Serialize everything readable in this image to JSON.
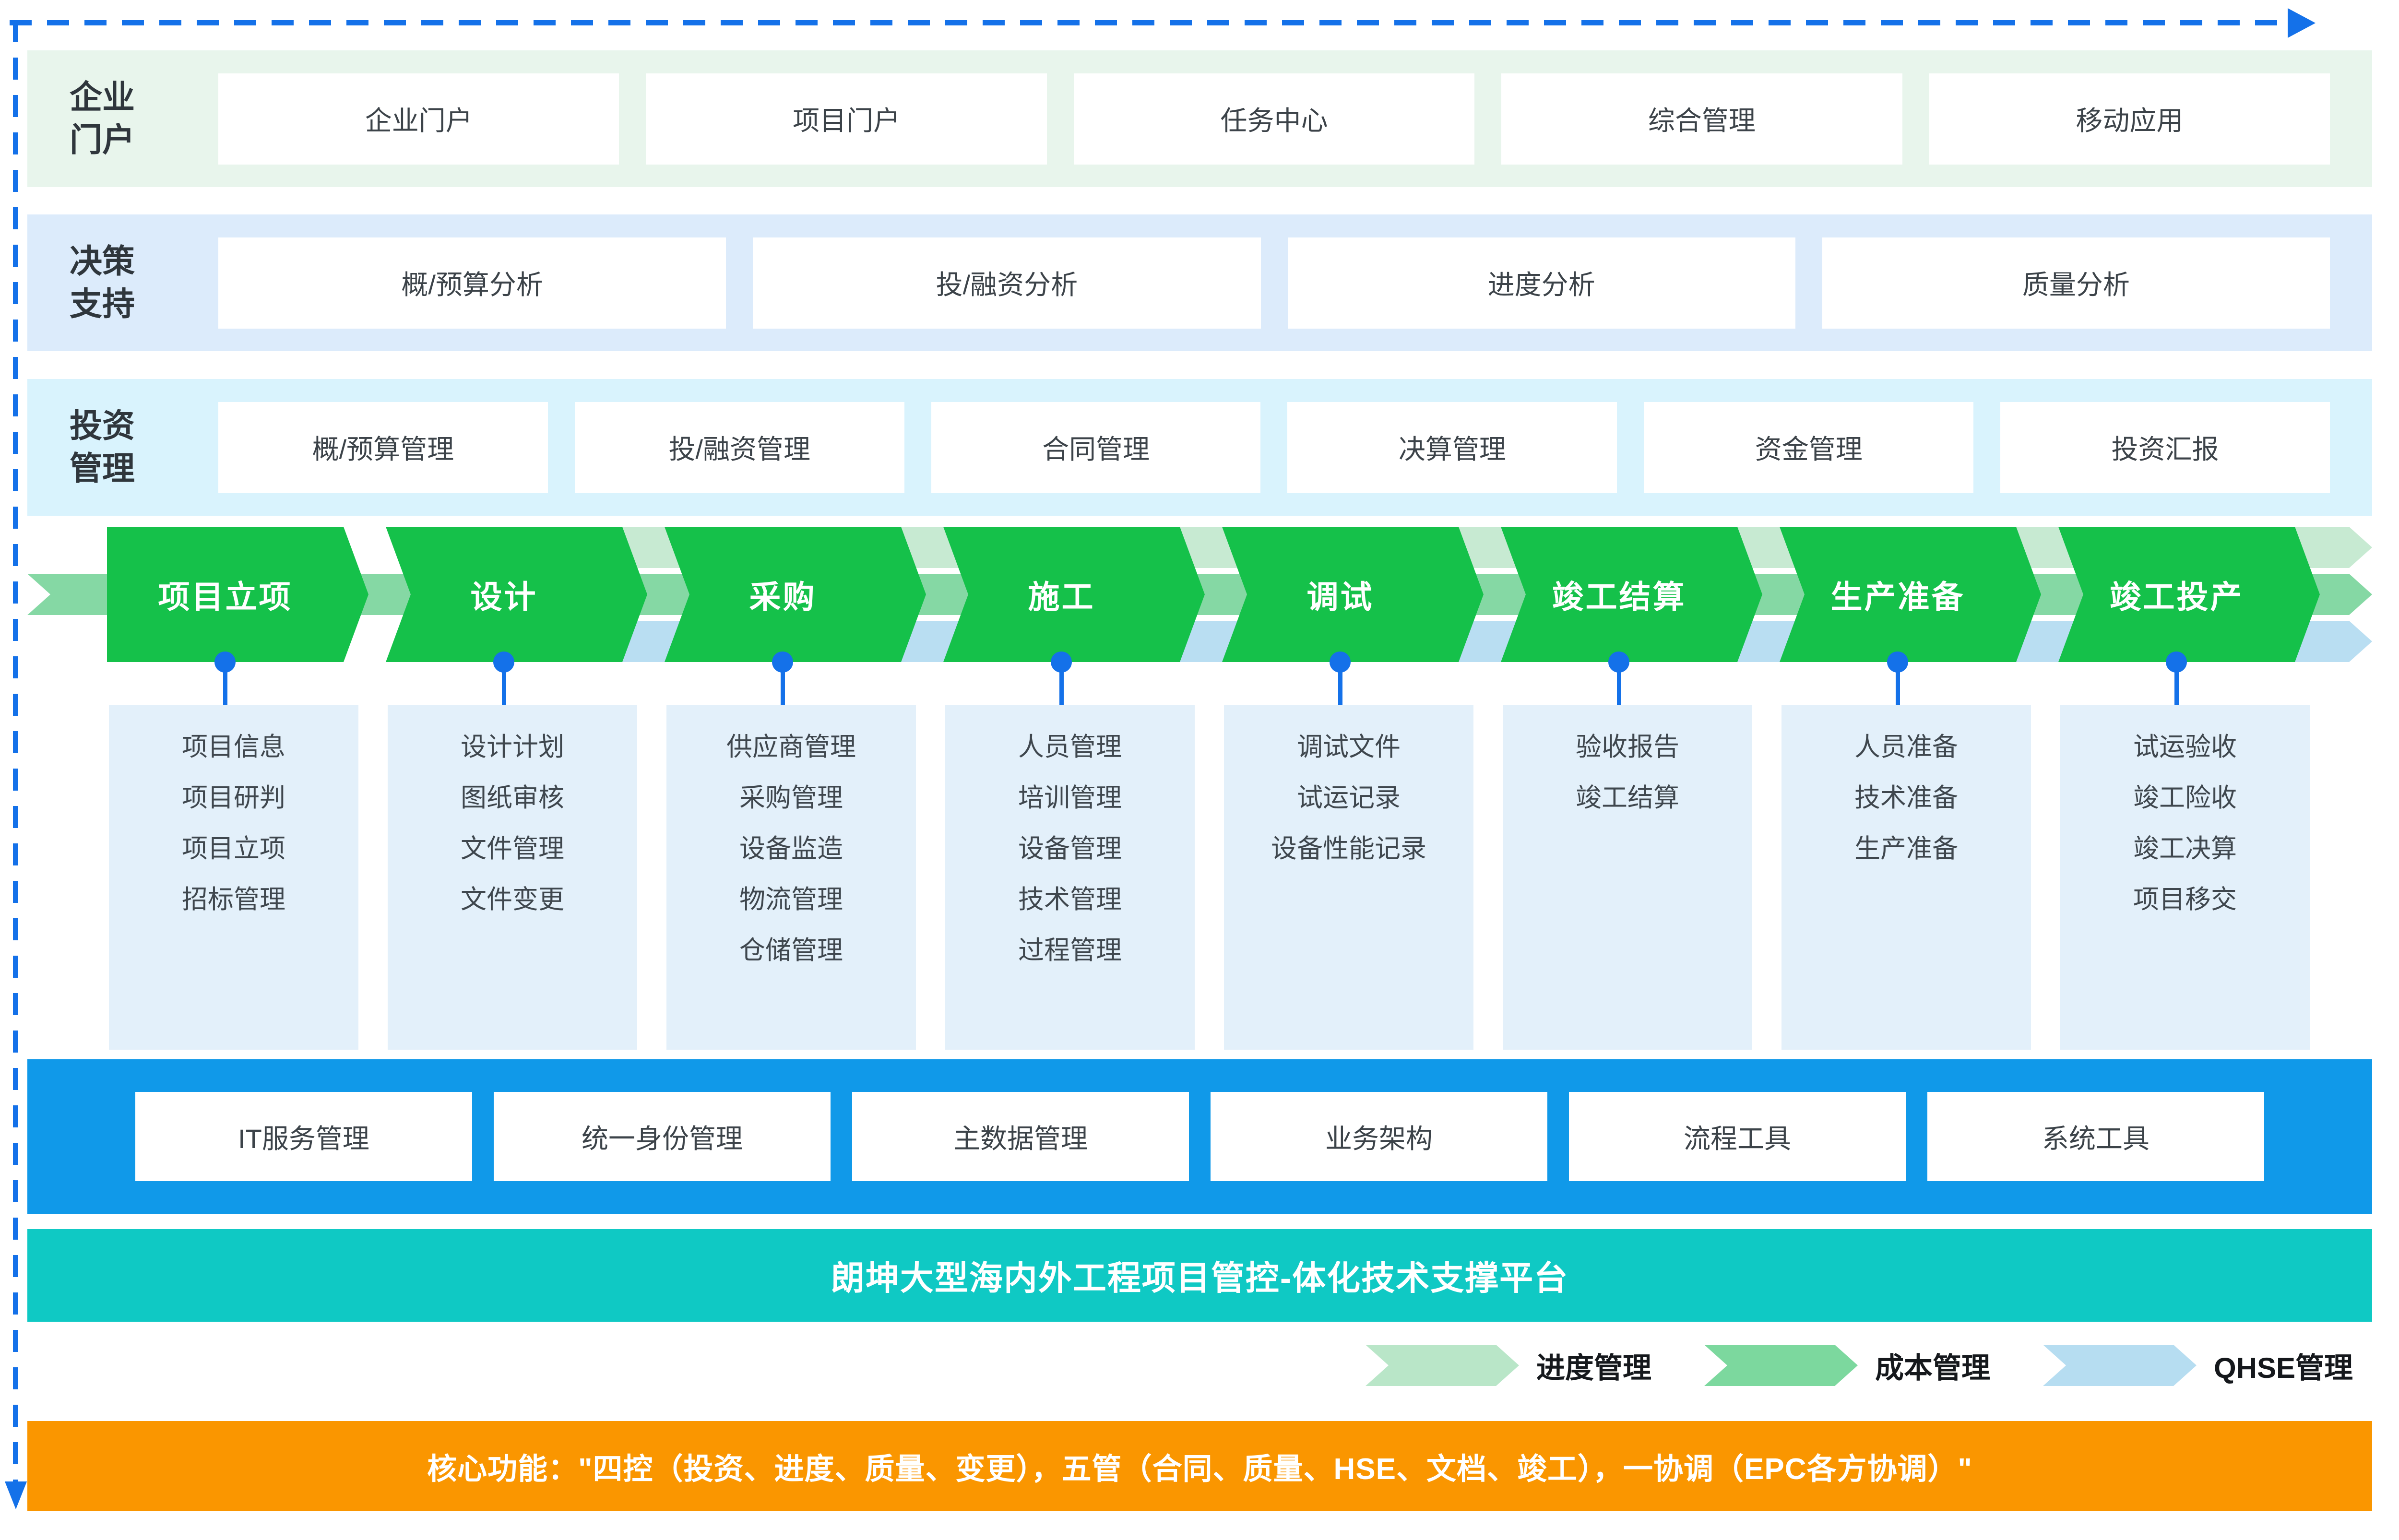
{
  "colors": {
    "axis_blue": "#1471e9",
    "portal_bg": "#e8f5ec",
    "decision_bg": "#dcebfb",
    "investment_bg": "#d9f3fd",
    "list_bg": "#e3f0fa",
    "arrow_green": "#15c14a",
    "track_schedule": "#c7ead2",
    "track_cost": "#85d8a4",
    "track_qhse": "#b9def2",
    "platform_bg": "#1099e9",
    "support_bg": "#0fc9c4",
    "core_bg": "#fa9600",
    "text_dark": "#3c4349"
  },
  "band_rows": [
    {
      "id": "portal",
      "label_lines": [
        "企业",
        "门户"
      ],
      "bg": "#e8f5ec",
      "buttons": [
        "企业门户",
        "项目门户",
        "任务中心",
        "综合管理",
        "移动应用"
      ]
    },
    {
      "id": "decision",
      "label_lines": [
        "决策",
        "支持"
      ],
      "bg": "#dcebfb",
      "buttons": [
        "概/预算分析",
        "投/融资分析",
        "进度分析",
        "质量分析"
      ]
    },
    {
      "id": "investment",
      "label_lines": [
        "投资",
        "管理"
      ],
      "bg": "#d9f3fd",
      "buttons": [
        "概/预算管理",
        "投/融资管理",
        "合同管理",
        "决算管理",
        "资金管理",
        "投资汇报"
      ]
    }
  ],
  "process": {
    "stages": [
      {
        "name": "项目立项",
        "items": [
          "项目信息",
          "项目研判",
          "项目立项",
          "招标管理"
        ]
      },
      {
        "name": "设计",
        "items": [
          "设计计划",
          "图纸审核",
          "文件管理",
          "文件变更"
        ]
      },
      {
        "name": "采购",
        "items": [
          "供应商管理",
          "采购管理",
          "设备监造",
          "物流管理",
          "仓储管理"
        ]
      },
      {
        "name": "施工",
        "items": [
          "人员管理",
          "培训管理",
          "设备管理",
          "技术管理",
          "过程管理"
        ]
      },
      {
        "name": "调试",
        "items": [
          "调试文件",
          "试运记录",
          "设备性能记录"
        ]
      },
      {
        "name": "竣工结算",
        "items": [
          "验收报告",
          "竣工结算"
        ]
      },
      {
        "name": "生产准备",
        "items": [
          "人员准备",
          "技术准备",
          "生产准备"
        ]
      },
      {
        "name": "竣工投产",
        "items": [
          "试运验收",
          "竣工险收",
          "竣工决算",
          "项目移交"
        ]
      }
    ]
  },
  "platform_bar": {
    "buttons": [
      "IT服务管理",
      "统一身份管理",
      "主数据管理",
      "业务架构",
      "流程工具",
      "系统工具"
    ]
  },
  "support_bar": {
    "text": "朗坤大型海内外工程项目管控-体化技术支撑平台"
  },
  "legend": [
    {
      "label": "进度管理",
      "color": "#b9e6c8"
    },
    {
      "label": "成本管理",
      "color": "#7cd89e"
    },
    {
      "label": "QHSE管理",
      "color": "#b6ddf1"
    }
  ],
  "core_bar": {
    "text": "核心功能：\"四控（投资、进度、质量、变更），五管（合同、质量、HSE、文档、竣工），一协调（EPC各方协调）\""
  }
}
